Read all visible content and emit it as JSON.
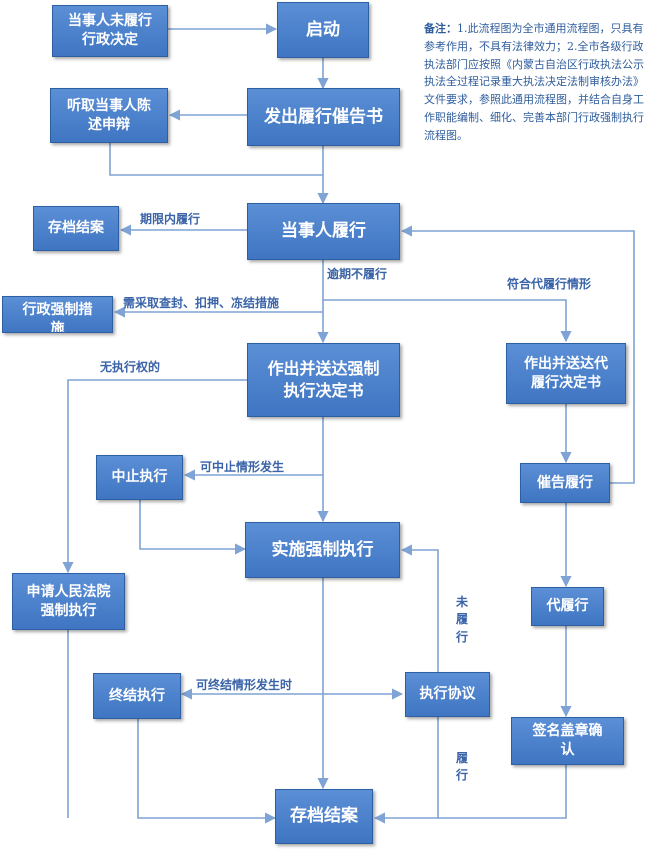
{
  "nodes": {
    "unfulfilled_decision": "当事人未履行\n行政决定",
    "start": "启动",
    "hear_statement": "听取当事人陈\n述申辩",
    "issue_notice": "发出履行催告书",
    "archive_top": "存档结案",
    "party_fulfills": "当事人履行",
    "admin_measures": "行政强制措\n施",
    "make_decision": "作出并送达强制\n执行决定书",
    "substitute_decision": "作出并送达代\n履行决定书",
    "suspend": "中止执行",
    "urge_fulfill": "催告履行",
    "enforce": "实施强制执行",
    "apply_court": "申请人民法院\n强制执行",
    "substitute_perform": "代履行",
    "terminate": "终结执行",
    "agreement": "执行协议",
    "sign_confirm": "签名盖章确\n认",
    "archive_bottom": "存档结案"
  },
  "labels": {
    "within_deadline": "期限内履行",
    "overdue": "逾期不履行",
    "substitute_case": "符合代履行情形",
    "measures": "需采取查封、扣押、冻结措施",
    "no_power": "无执行权的",
    "suspend_case": "可中止情形发生",
    "terminate_case": "可终结情形发生时",
    "not_fulfilled": "未履行",
    "fulfilled": "履行"
  },
  "note": {
    "title": "备注：",
    "text": "1.此流程图为全市通用流程图，只具有参考作用，不具有法律效力；2.全市各级行政执法部门应按照《内蒙古自治区行政执法公示执法全过程记录重大执法决定法制审核办法》文件要求，参照此通用流程图，并结合自身工作职能编制、细化、完善本部门行政强制执行流程图。"
  },
  "colors": {
    "box": "#4a80cc",
    "line": "#7fa3d4",
    "text": "#3a63a8"
  }
}
